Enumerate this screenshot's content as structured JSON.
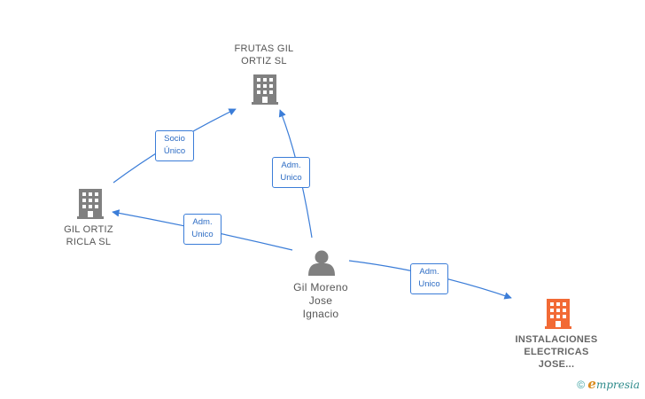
{
  "nodes": {
    "frutas": {
      "label": "FRUTAS GIL\nORTIZ  SL",
      "color": "#808080"
    },
    "gil_ortiz": {
      "label": "GIL ORTIZ\nRICLA  SL",
      "color": "#808080"
    },
    "person": {
      "label": "Gil Moreno\nJose\nIgnacio",
      "color": "#808080"
    },
    "instalaciones": {
      "label": "INSTALACIONES\nELECTRICAS\nJOSE...",
      "color": "#f26a35"
    }
  },
  "edges": {
    "socio": {
      "label": "Socio\nÚnico"
    },
    "adm_frutas": {
      "label": "Adm.\nUnico"
    },
    "adm_gil": {
      "label": "Adm.\nUnico"
    },
    "adm_inst": {
      "label": "Adm.\nUnico"
    }
  },
  "colors": {
    "edge": "#3b7dd8",
    "company": "#808080",
    "highlight": "#f26a35"
  },
  "footer": {
    "copyright": "©",
    "brand_e": "e",
    "brand_rest": "mpresia"
  }
}
